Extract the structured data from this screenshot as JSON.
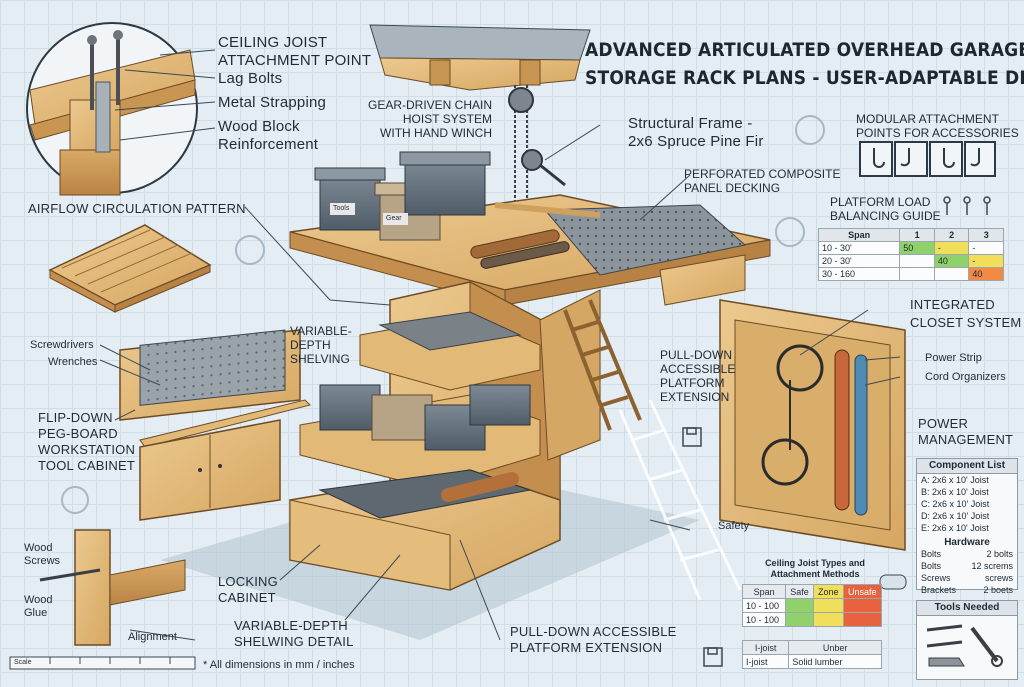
{
  "title": {
    "line1": "ADVANCED ARTICULATED OVERHEAD GARAGE",
    "line2": "STORAGE RACK PLANS - USER-ADAPTABLE DESIGN"
  },
  "labels": {
    "ceiling_joist": "CEILING JOIST\nATTACHMENT POINT",
    "lag_bolts": "Lag Bolts",
    "metal_strapping": "Metal Strapping",
    "wood_block": "Wood Block\nReinforcement",
    "gear_hoist": "GEAR-DRIVEN CHAIN\nHOIST SYSTEM\nWITH HAND WINCH",
    "structural_frame": "Structural Frame -\n2x6 Spruce Pine Fir",
    "modular": "MODULAR ATTACHMENT\nPOINTS FOR ACCESSORIES",
    "perforated": "PERFORATED COMPOSITE\nPANEL DECKING",
    "airflow": "AIRFLOW CIRCULATION PATTERN",
    "load_guide": "PLATFORM LOAD\nBALANCING GUIDE",
    "screwdrivers": "Screwdrivers",
    "wrenches": "Wrenches",
    "variable_depth": "VARIABLE-\nDEPTH\nSHELVING",
    "integrated_closet": "INTEGRATED\nCLOSET SYSTEM",
    "pull_down_mid": "PULL-DOWN\nACCESSIBLE\nPLATFORM\nEXTENSION",
    "power_strip": "Power Strip",
    "cord_organizers": "Cord Organizers",
    "flip_down": "FLIP-DOWN\nPEG-BOARD\nWORKSTATION\nTOOL CABINET",
    "power_mgmt": "POWER\nMANAGEMENT",
    "wood_screws": "Wood\nScrews",
    "wood_glue": "Wood\nGlue",
    "alignment": "Alignment",
    "locking": "LOCKING\nCABINET",
    "safety": "Safety",
    "var_detail": "VARIABLE-DEPTH\nSHELWING DETAIL",
    "pull_down_bottom": "PULL-DOWN ACCESSIBLE\nPLATFORM EXTENSION",
    "dims_note": "* All dimensions in mm / inches",
    "scale": "Scale",
    "bin_tools": "Tools",
    "bin_gear": "Gear"
  },
  "load_table": {
    "headers": [
      "Span",
      "1",
      "2",
      "3"
    ],
    "rows": [
      {
        "span": "10 - 30'",
        "c1": "50",
        "c2": "-",
        "c3": "-"
      },
      {
        "span": "20 - 30'",
        "c1": "",
        "c2": "40",
        "c3": "-"
      },
      {
        "span": "30 - 160",
        "c1": "",
        "c2": "",
        "c3": "40"
      }
    ],
    "colors": {
      "green": "#8fd16a",
      "yellow": "#f2df59",
      "orange": "#f08a44"
    }
  },
  "component_list": {
    "title": "Component List",
    "items": [
      "A: 2x6 x 10' Joist",
      "B: 2x6 x 10' Joist",
      "C: 2x6 x 10' Joist",
      "D: 2x6 x 10' Joist",
      "E: 2x6 x 10' Joist"
    ],
    "hardware_title": "Hardware",
    "hardware": [
      {
        "name": "Bolts",
        "qty": "2 bolts"
      },
      {
        "name": "Bolts",
        "qty": "12 screms"
      },
      {
        "name": "Screws",
        "qty": "screws"
      },
      {
        "name": "Brackets",
        "qty": "2 boets"
      }
    ]
  },
  "ceiling_table": {
    "title": "Ceiling Joist Types and\nAttachment Methods",
    "headers": [
      "Span",
      "Safe",
      "Zone",
      "Unsafe"
    ],
    "rows": [
      "10 - 100",
      "10 - 100"
    ],
    "colors": {
      "safe": "#8fd16a",
      "zone": "#f2df59",
      "unsafe": "#e8623f"
    }
  },
  "joist_table": {
    "headers": [
      "I-joist",
      "Unber"
    ],
    "row": [
      "I-joist",
      "Solid lumber"
    ]
  },
  "tools_needed": {
    "title": "Tools Needed"
  }
}
